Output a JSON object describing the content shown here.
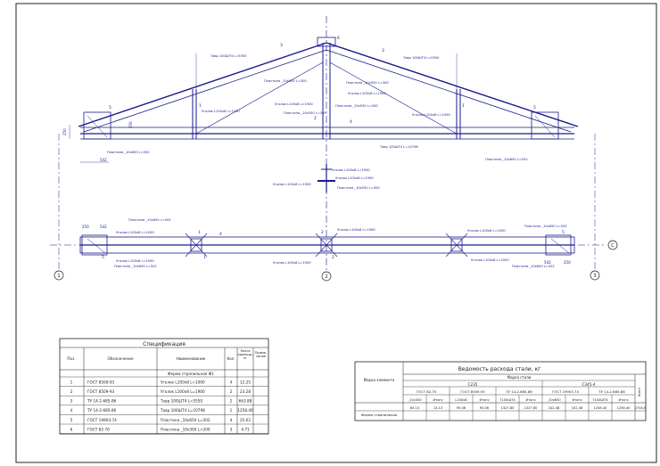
{
  "drawing": {
    "axes": [
      "1",
      "2",
      "3",
      "C"
    ],
    "upper_labels": {
      "rafter_left": "Тавр 100ШТ4 L=5550",
      "rafter_right": "Тавр 100ШТ4 L=5550",
      "gusset_top": "Пластина _10x550 L=300",
      "tie_right": "Пластина _10x550 L=300",
      "angle_left_1": "Уголок L100x8 L=1000",
      "angle_center_1": "Уголок L100x8 L=1900",
      "angle_center_2": "Пластина _10x550 L=300",
      "angle_center_3": "Уголок L100x8 L=1900",
      "plate_center": "Пластина _10x550 L=300",
      "angle_right_1": "Уголок L100x8 L=1000",
      "bottom_chord": "Тавр 100ШТ4 L=10798",
      "plate_left": "Пластина _10x650 L=502",
      "plate_right": "Пластина _10x650 L=502"
    },
    "marks": [
      "1",
      "2",
      "3",
      "4",
      "5",
      "6"
    ],
    "dims": {
      "left_h": "250",
      "left_w": "542",
      "post": "250",
      "plan_left": "250",
      "plan_left2": "542",
      "plan_right": "542",
      "plan_right2": "250"
    },
    "section_labels": {
      "s1": "Уголок L100x8 L=1900",
      "s2": "Уголок L100x8 L=1900",
      "s3": "Уголок L100x8 L=1900",
      "s4": "Пластина _10x550 L=300"
    },
    "plan_labels": {
      "pl_left_top": "Пластина _10x650 L=502",
      "ang_left_top": "Уголок L100x8 L=1000",
      "ang_left_bot": "Уголок L100x8 L=1000",
      "pl_left_bot": "Пластина _10x650 L=502",
      "ang_center_top": "Уголок L100x8 L=1900",
      "ang_center_bot": "Уголок L100x8 L=1900",
      "ang_right_top": "Уголок L100x8 L=1000",
      "pl_right_top": "Пластина _10x650 L=502",
      "ang_right_bot": "Уголок L100x8 L=1000",
      "pl_right_bot": "Пластина _10x650 L=502"
    }
  },
  "spec": {
    "title": "Спецификация",
    "headers": [
      "Поз.",
      "Обозначение",
      "Наименование",
      "Кол.",
      "Масса единицы, кг",
      "Приме-чание"
    ],
    "group": "Ферма стропильная Ф1",
    "rows": [
      [
        "1",
        "ГОСТ 8509-93",
        "Уголок L100x8 L=1000",
        "4",
        "12.25",
        ""
      ],
      [
        "2",
        "ГОСТ 8509-93",
        "Уголок L100x8 L=1900",
        "2",
        "23.28",
        ""
      ],
      [
        "3",
        "ТУ 14-2-685-86",
        "Тавр 100ШТ4 L=5550",
        "2",
        "663.88",
        ""
      ],
      [
        "4",
        "ТУ 14-2-685-86",
        "Тавр 100ШТ4 L=10798",
        "1",
        "1258.40",
        ""
      ],
      [
        "5",
        "ГОСТ 19903-74",
        "Пластина _10x650 L=502",
        "4",
        "25.62",
        ""
      ],
      [
        "6",
        "ГОСТ 82-70",
        "Пластина _10x300 L=200",
        "3",
        "4.71",
        ""
      ]
    ]
  },
  "steel": {
    "title": "Ведомость расхода стали, кг",
    "mark_header": "Марка элемента",
    "brand_header": "Марка стали",
    "grade1": "C235",
    "grade2": "C345-4",
    "total": "Всего",
    "sub": [
      "ГОСТ 82-70",
      "ГОСТ 8509-93",
      "ТУ 14-2-685-86",
      "ГОСТ 19903-74",
      "ТУ 14-2-685-86"
    ],
    "profiles": [
      "_10x300",
      "Итого",
      "L100x8",
      "Итого",
      "Т100ШТ4",
      "Итого",
      "_10x650",
      "Итого",
      "Т100ШТ4",
      "Итого"
    ],
    "row_label": "Ферма стропильная",
    "values": [
      "65.13",
      "14.13",
      "95.06",
      "95.06",
      "1327.80",
      "1327.80",
      "102.48",
      "102.48",
      "1258.40",
      "1258.40",
      "2704.8"
    ]
  }
}
